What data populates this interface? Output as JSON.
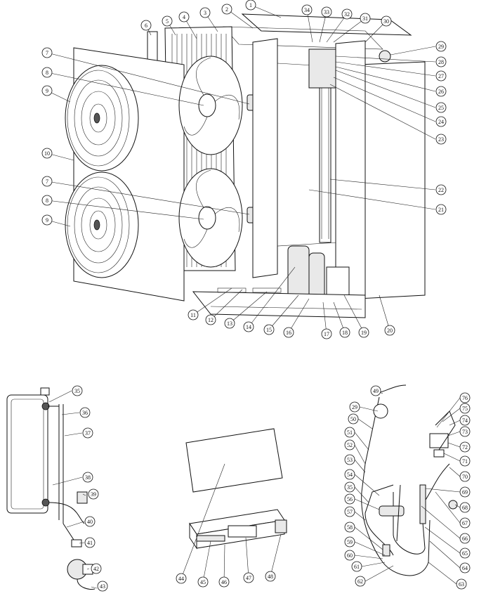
{
  "diagram": {
    "title": "Heat pump outdoor unit exploded view",
    "callouts": {
      "top": [
        "1",
        "2",
        "3",
        "4",
        "5",
        "6",
        "7",
        "8",
        "9",
        "10",
        "7",
        "8",
        "9",
        "11",
        "12",
        "13",
        "14",
        "15",
        "16",
        "17",
        "18",
        "19",
        "20",
        "21",
        "22",
        "23",
        "24",
        "25",
        "26",
        "27",
        "28",
        "29",
        "30",
        "31",
        "32",
        "33",
        "34"
      ],
      "left": [
        "35",
        "36",
        "37",
        "38",
        "39",
        "40",
        "41",
        "42",
        "43"
      ],
      "middle": [
        "44",
        "45",
        "46",
        "47",
        "48"
      ],
      "right": [
        "49",
        "29",
        "50",
        "51",
        "52",
        "53",
        "54",
        "35",
        "56",
        "57",
        "58",
        "59",
        "60",
        "61",
        "62",
        "63",
        "64",
        "65",
        "66",
        "67",
        "68",
        "69",
        "70",
        "71",
        "72",
        "73",
        "74",
        "75",
        "76"
      ]
    }
  }
}
